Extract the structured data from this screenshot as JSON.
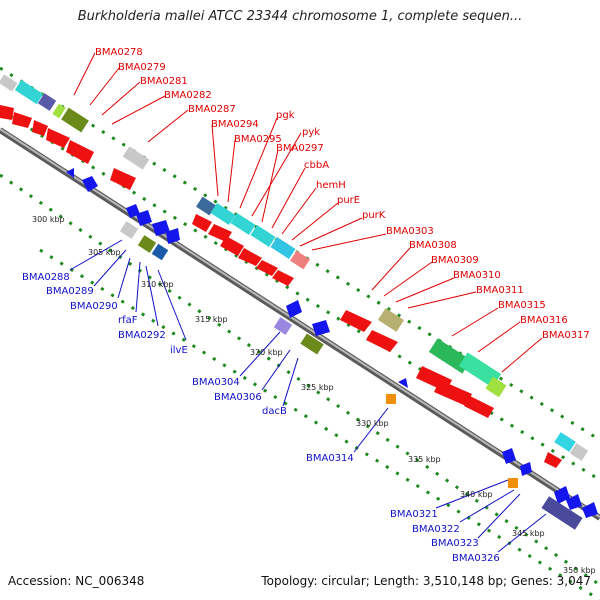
{
  "title": "Burkholderia mallei ATCC 23344 chromosome 1, complete sequen...",
  "footer": {
    "accession": "Accession: NC_006348",
    "summary": "Topology: circular; Length: 3,510,148 bp; Genes: 3,047"
  },
  "colors": {
    "backbone": "#9a9a9a",
    "forward_label": "#e00000",
    "reverse_label": "#1010c8",
    "dotted_track": "#1e8a1e",
    "forward_cds": "#ee1111",
    "reverse_cds": "#1515ee"
  },
  "ticks": [
    "300 kbp",
    "305 kbp",
    "310 kbp",
    "315 kbp",
    "320 kbp",
    "325 kbp",
    "330 kbp",
    "335 kbp",
    "340 kbp",
    "345 kbp",
    "350 kbp"
  ],
  "forward_labels": [
    "BMA0278",
    "BMA0279",
    "BMA0281",
    "BMA0282",
    "BMA0287",
    "BMA0294",
    "BMA0295",
    "pgk",
    "pyk",
    "BMA0297",
    "cbbA",
    "hemH",
    "purE",
    "purK",
    "BMA0303",
    "BMA0308",
    "BMA0309",
    "BMA0310",
    "BMA0311",
    "BMA0315",
    "BMA0316",
    "BMA0317"
  ],
  "reverse_labels": [
    "BMA0288",
    "BMA0289",
    "BMA0290",
    "rfaF",
    "BMA0292",
    "ilvE",
    "BMA0304",
    "BMA0306",
    "dacB",
    "BMA0314",
    "BMA0321",
    "BMA0322",
    "BMA0323",
    "BMA0326"
  ]
}
